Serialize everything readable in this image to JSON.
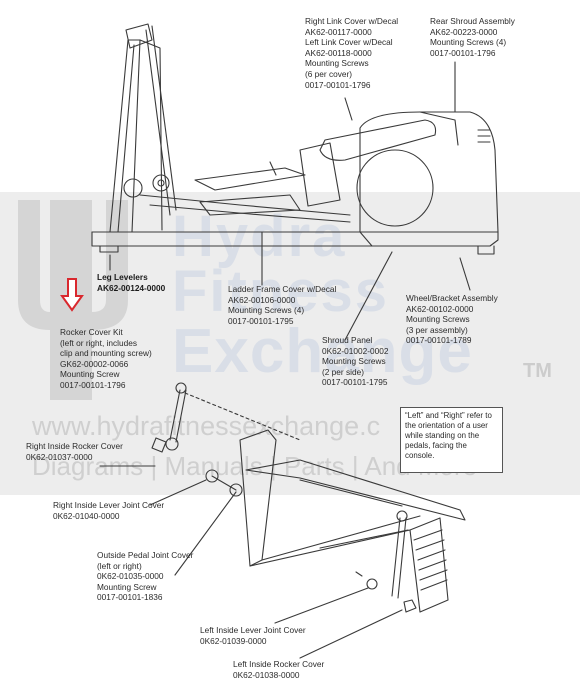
{
  "watermark": {
    "word1": "Hydra",
    "word2": "Fitness",
    "word3": "Exchange",
    "trademark": "TM",
    "url": "www.hydrafitnessexchange.c",
    "tagline": "Diagrams | Manuals | Parts | And More"
  },
  "colors": {
    "arrow": "#d9282e",
    "line": "#3a3a3a",
    "band": "#bebebe"
  },
  "labels": {
    "right_link_cover": {
      "l1": "Right Link Cover w/Decal",
      "l2": "AK62-00117-0000",
      "l3": "Left Link Cover w/Decal",
      "l4": "AK62-00118-0000",
      "l5": "Mounting Screws",
      "l6": "(6 per cover)",
      "l7": "0017-00101-1796"
    },
    "rear_shroud": {
      "l1": "Rear Shroud Assembly",
      "l2": "AK62-00223-0000",
      "l3": "Mounting Screws (4)",
      "l4": "0017-00101-1796"
    },
    "leg_levelers": {
      "l1": "Leg Levelers",
      "l2": "AK62-00124-0000"
    },
    "ladder_frame": {
      "l1": "Ladder Frame Cover w/Decal",
      "l2": "AK62-00106-0000",
      "l3": "Mounting Screws (4)",
      "l4": "0017-00101-1795"
    },
    "wheel_bracket": {
      "l1": "Wheel/Bracket Assembly",
      "l2": "AK62-00102-0000",
      "l3": "Mounting Screws",
      "l4": "(3 per assembly)",
      "l5": "0017-00101-1789"
    },
    "rocker_kit": {
      "l1": "Rocker Cover Kit",
      "l2": "(left or right, includes",
      "l3": "clip and mounting screw)",
      "l4": "GK62-00002-0066",
      "l5": "Mounting Screw",
      "l6": "0017-00101-1796"
    },
    "shroud_panel": {
      "l1": "Shroud Panel",
      "l2": "0K62-01002-0002",
      "l3": "Mounting Screws",
      "l4": "(2 per side)",
      "l5": "0017-00101-1795"
    },
    "right_inside_rocker": {
      "l1": "Right Inside Rocker Cover",
      "l2": "0K62-01037-0000"
    },
    "right_inside_lever": {
      "l1": "Right Inside Lever Joint Cover",
      "l2": "0K62-01040-0000"
    },
    "outside_pedal": {
      "l1": "Outside Pedal Joint Cover",
      "l2": "(left or right)",
      "l3": "0K62-01035-0000",
      "l4": "Mounting Screw",
      "l5": "0017-00101-1836"
    },
    "left_inside_lever": {
      "l1": "Left Inside Lever Joint Cover",
      "l2": "0K62-01039-0000"
    },
    "left_inside_rocker": {
      "l1": "Left Inside Rocker Cover",
      "l2": "0K62-01038-0000"
    }
  },
  "note": "“Left” and “Right” refer to the orientation of a user while standing on the pedals, facing the console."
}
